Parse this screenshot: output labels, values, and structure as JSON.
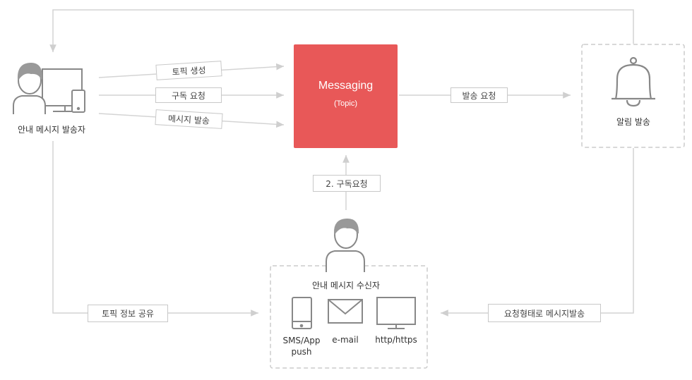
{
  "sender": {
    "label": "안내 메시지 발송자"
  },
  "messaging": {
    "title": "Messaging",
    "subtitle": "(Topic)"
  },
  "flows": {
    "create_topic": "토픽 생성",
    "subscribe_request": "구독 요청",
    "send_message": "메시지 발송",
    "send_request": "발송 요청",
    "subscribe_2": "2. 구독요청",
    "share_topic": "토픽 정보 공유",
    "deliver_by_type": "요청형태로 메시지발송"
  },
  "notification": {
    "label": "알림 발송"
  },
  "receiver": {
    "label": "안내 메시지 수신자",
    "channels": [
      {
        "label_line1": "SMS/App",
        "label_line2": "push",
        "icon": "smartphone-icon"
      },
      {
        "label_line1": "e-mail",
        "icon": "mail-envelope-icon"
      },
      {
        "label_line1": "http/https",
        "icon": "monitor-icon"
      }
    ]
  },
  "colors": {
    "accent": "#e85858",
    "line": "#d4d4d4",
    "icon": "#888888",
    "border": "#c8c8c8"
  }
}
